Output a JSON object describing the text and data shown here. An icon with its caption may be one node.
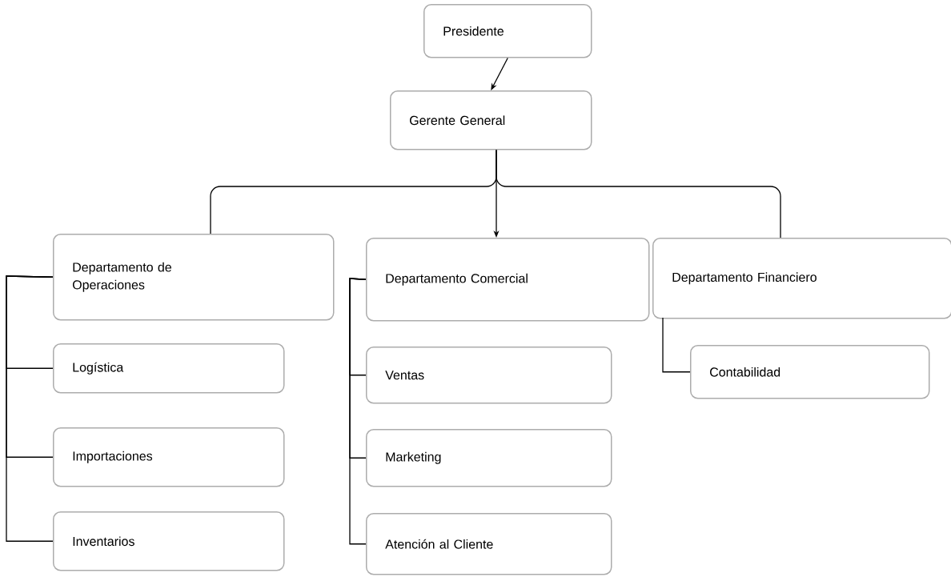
{
  "diagram": {
    "nodes": [
      {
        "text": [
          "Presidente"
        ]
      },
      {
        "text": [
          "Gerente General"
        ]
      },
      {
        "text": [
          "Departamento de Operaciones"
        ]
      },
      {
        "text": [
          "Departamento Comercial"
        ]
      },
      {
        "text": [
          "Departamento Financiero"
        ]
      },
      {
        "text": [
          "Logística"
        ]
      },
      {
        "text": [
          "Importaciones"
        ]
      },
      {
        "text": [
          "Inventarios"
        ]
      },
      {
        "text": [
          "Ventas"
        ]
      },
      {
        "text": [
          "Marketing"
        ]
      },
      {
        "text": [
          "Atención al Cliente"
        ]
      },
      {
        "text": [
          "Contabilidad"
        ]
      }
    ],
    "edges": [
      {
        "from": 0,
        "to": 1,
        "arrow": "to"
      },
      {
        "from": 1,
        "to": 2,
        "arrow": "none"
      },
      {
        "from": 1,
        "to": 3,
        "arrow": "to"
      },
      {
        "from": 1,
        "to": 4,
        "arrow": "none"
      },
      {
        "from": 2,
        "to": 5,
        "arrow": "none"
      },
      {
        "from": 2,
        "to": 6,
        "arrow": "none"
      },
      {
        "from": 2,
        "to": 7,
        "arrow": "none"
      },
      {
        "from": 3,
        "to": 8,
        "arrow": "none"
      },
      {
        "from": 3,
        "to": 9,
        "arrow": "none"
      },
      {
        "from": 3,
        "to": 10,
        "arrow": "none"
      },
      {
        "from": 4,
        "to": 11,
        "arrow": "none"
      }
    ]
  }
}
